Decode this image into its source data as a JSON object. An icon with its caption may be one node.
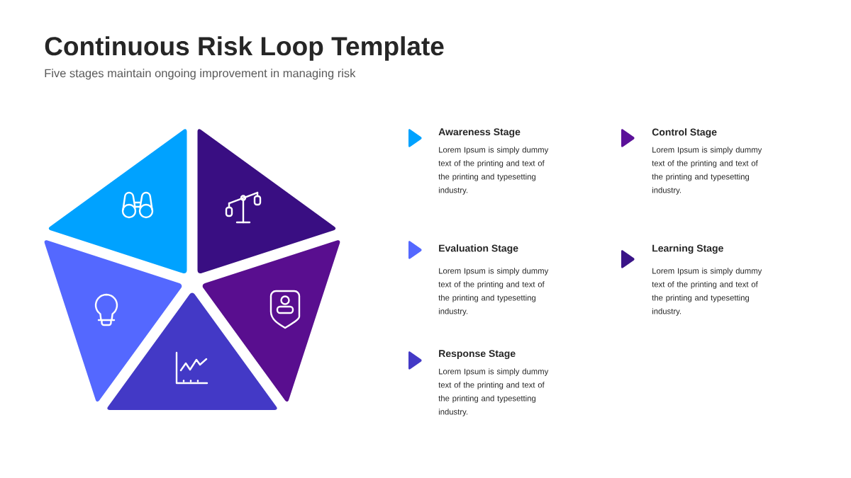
{
  "diagram": {
    "title": "Continuous Risk Loop Template",
    "nodes": [
      {
        "text": [],
        "shape": "triangle"
      },
      {
        "text": [],
        "shape": "triangle"
      },
      {
        "text": [],
        "shape": "triangle"
      },
      {
        "text": [],
        "shape": "triangle"
      },
      {
        "text": [],
        "shape": "triangle"
      }
    ],
    "labels": [
      "Five stages maintain ongoing improvement in managing risk",
      "Awareness Stage",
      "Lorem Ipsum is simply dummy text of the printing and text of the printing and typesetting industry.",
      "Control Stage",
      "Lorem Ipsum is simply dummy text of the printing and text of the printing and typesetting industry.",
      "Evaluation Stage",
      "Lorem Ipsum is simply dummy text of the printing and text of the printing and typesetting industry.",
      "Learning Stage",
      "Lorem Ipsum is simply dummy text of the printing and text of the printing and typesetting industry.",
      "Response Stage",
      "Lorem Ipsum is simply dummy text of the printing and text of the printing and typesetting industry."
    ]
  }
}
